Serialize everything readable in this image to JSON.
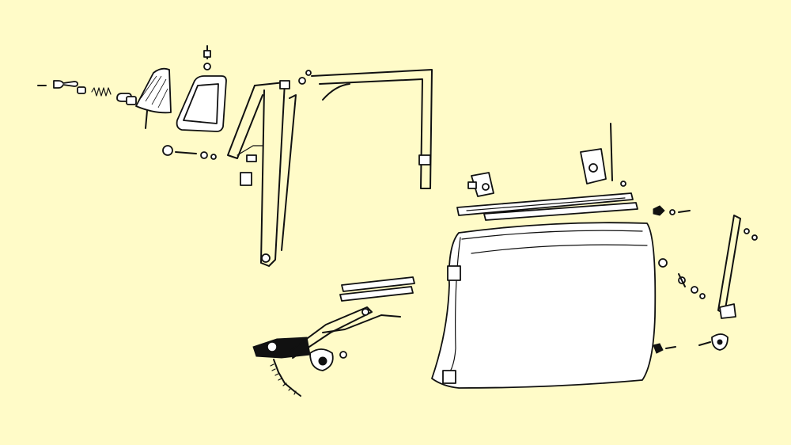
{
  "colors": {
    "background": "#fffbc8",
    "ink": "#111111",
    "part_fill": "#ffffff"
  },
  "parts": [
    {
      "icon": "door-shell"
    },
    {
      "icon": "quarter-vent-glass"
    },
    {
      "icon": "vent-seal"
    },
    {
      "icon": "vent-frame"
    },
    {
      "icon": "window-channel"
    },
    {
      "icon": "window-regulator"
    },
    {
      "icon": "door-lock"
    },
    {
      "icon": "striker"
    },
    {
      "icon": "check-strap"
    },
    {
      "icon": "belt-moulding"
    },
    {
      "icon": "glass-runner"
    },
    {
      "icon": "vent-handle"
    }
  ]
}
